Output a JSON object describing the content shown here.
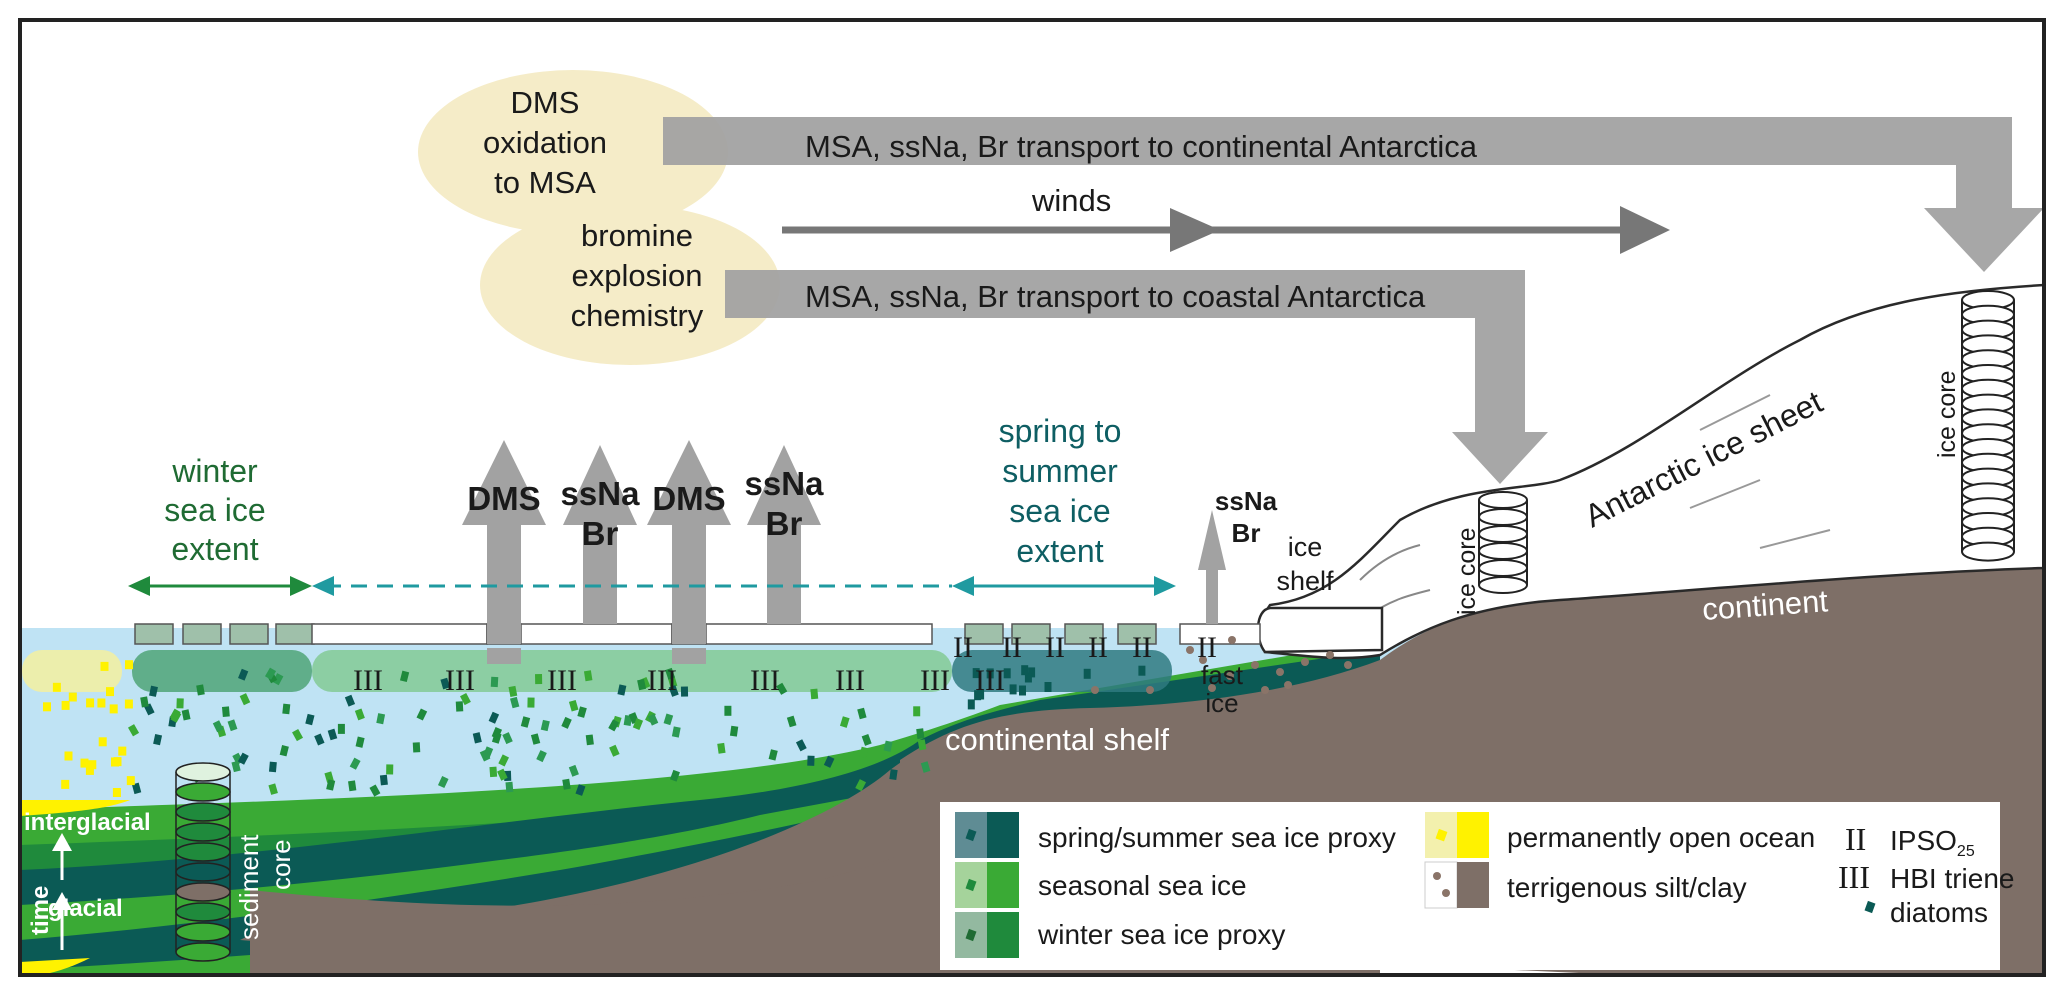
{
  "ovals": {
    "dms_oxidation": [
      "DMS",
      "oxidation",
      "to MSA"
    ],
    "bromine_explosion": [
      "bromine",
      "explosion",
      "chemistry"
    ]
  },
  "transport": {
    "continental": "MSA, ssNa, Br transport to continental Antarctica",
    "coastal": "MSA, ssNa, Br transport to coastal Antarctica",
    "winds": "winds"
  },
  "emissions": {
    "dms_1": "DMS",
    "ssna_br_1": [
      "ssNa",
      "Br"
    ],
    "dms_2": "DMS",
    "ssna_br_2": [
      "ssNa",
      "Br"
    ],
    "ssna_br_3": [
      "ssNa",
      "Br"
    ]
  },
  "extents": {
    "winter": [
      "winter",
      "sea ice",
      "extent"
    ],
    "spring_summer": [
      "spring to",
      "summer",
      "sea ice",
      "extent"
    ]
  },
  "ice_labels": {
    "ice_shelf": [
      "ice",
      "shelf"
    ],
    "fast_ice": [
      "fast",
      "ice"
    ],
    "coastal_ice_core": "ice core",
    "inland_ice_core": "ice core",
    "antarctic_ice_sheet": "Antarctic ice sheet",
    "continent": "continent",
    "continental_shelf": "continental shelf"
  },
  "proxy_marks": {
    "hbi_triene": "III",
    "ipso25": "II"
  },
  "sediment": {
    "interglacial": "interglacial",
    "glacial": "glacial",
    "time": "time",
    "core_label": [
      "sediment",
      "core"
    ]
  },
  "legend": {
    "items": [
      {
        "label": "spring/summer sea ice proxy"
      },
      {
        "label": "seasonal sea ice"
      },
      {
        "label": "winter sea ice proxy"
      },
      {
        "label": "permanently open ocean"
      },
      {
        "label": "terrigenous silt/clay"
      }
    ],
    "ipso25_symbol": "II",
    "ipso25_label": "IPSO",
    "ipso25_sub": "25",
    "hbi_symbol": "III",
    "hbi_label": "HBI triene",
    "diatoms_label": "diatoms"
  },
  "colors": {
    "ocean": "#bfe3f4",
    "brown": "#7e6f67",
    "green_dark": "#1f8a3c",
    "green_mid": "#3aaa35",
    "teal_dark": "#0b5a55",
    "yellow": "#fff200",
    "beige": "#f5ecc8",
    "arrow_grey": "#a2a2a2"
  }
}
